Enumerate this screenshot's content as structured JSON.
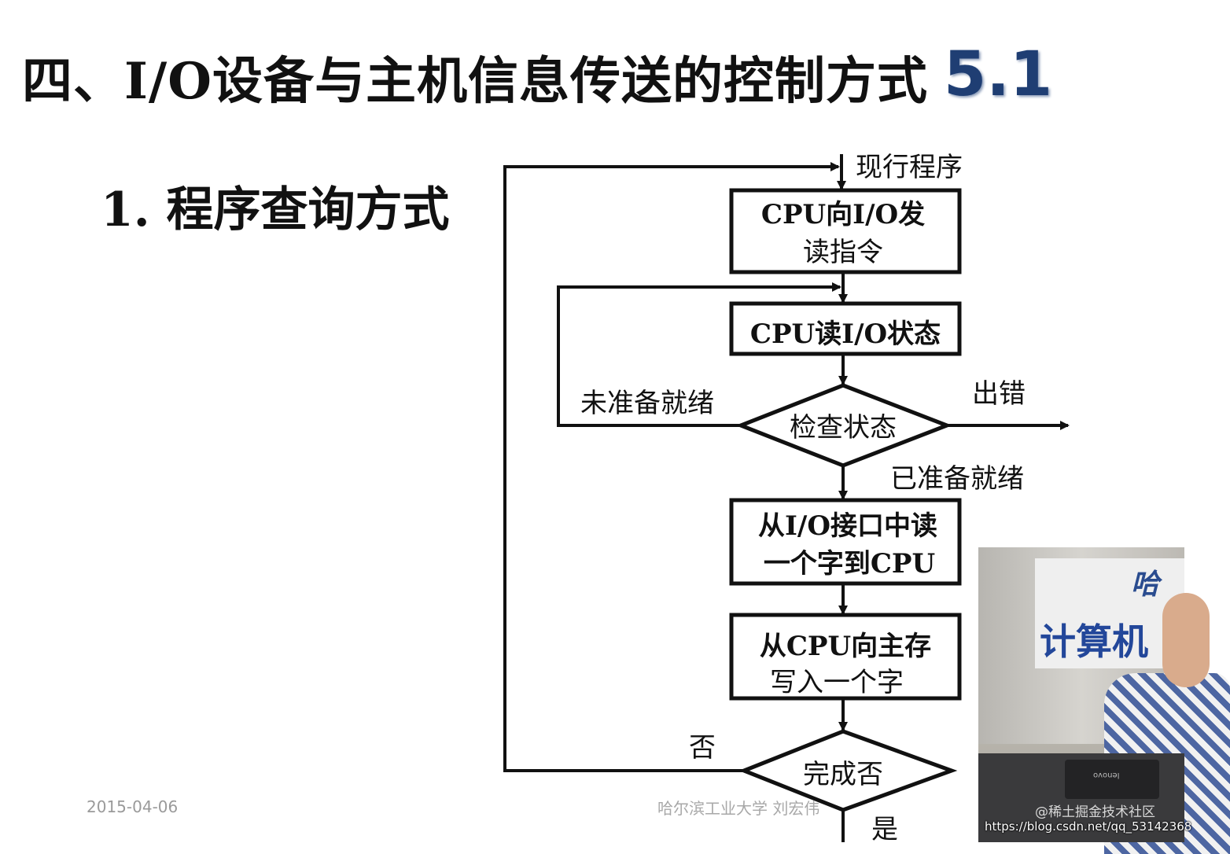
{
  "slide": {
    "title": "四、I/O设备与主机信息传送的控制方式",
    "section_number": "5.1",
    "subtitle": "1. 程序查询方式",
    "footer_date": "2015-04-06",
    "footer_center": "哈尔滨工业大学  刘宏伟"
  },
  "flowchart": {
    "start_label": "现行程序",
    "box1_line1": "CPU向I/O发",
    "box1_line2": "读指令",
    "box2": "CPU读I/O状态",
    "diamond1": "检查状态",
    "label_not_ready": "未准备就绪",
    "label_error": "出错",
    "label_ready": "已准备就绪",
    "box3_line1": "从I/O接口中读",
    "box3_line2": "一个字到CPU",
    "box4_line1": "从CPU向主存",
    "box4_line2": "写入一个字",
    "label_no": "否",
    "diamond2": "完成否",
    "label_yes": "是"
  },
  "video": {
    "banner_text1": "哈",
    "banner_text2": "计算机",
    "laptop_logo": "lenovo"
  },
  "watermark": {
    "line1": "@稀土掘金技术社区",
    "line2": "https://blog.csdn.net/qq_53142368"
  },
  "colors": {
    "section_number": "#1f3e73",
    "line": "#111111"
  }
}
